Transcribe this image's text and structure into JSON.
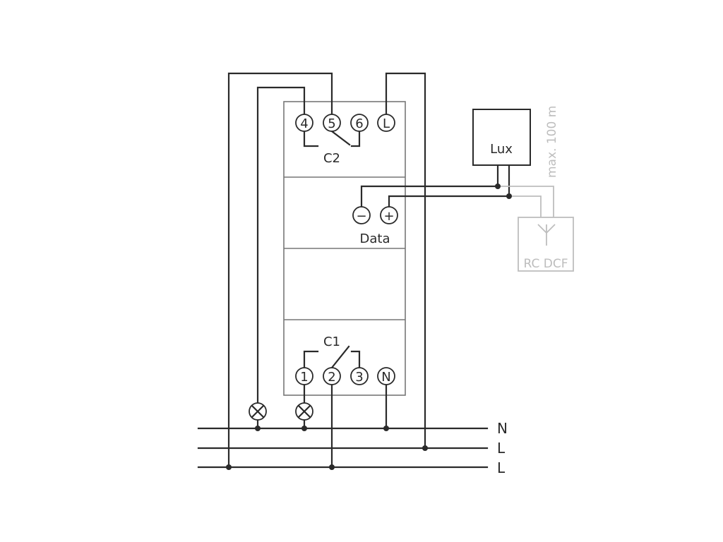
{
  "contacts": {
    "c2": "C2",
    "c1": "C1"
  },
  "terminals": {
    "t4": "4",
    "t5": "5",
    "t6": "6",
    "tL": "L",
    "t1": "1",
    "t2": "2",
    "t3": "3",
    "tN": "N",
    "minus": "−",
    "plus": "+"
  },
  "data_label": "Data",
  "lux_label": "Lux",
  "rc_dcf_label": "RC DCF",
  "distance_label": "max. 100 m",
  "bus": {
    "n": "N",
    "l1": "L",
    "l2": "L"
  },
  "colors": {
    "line": "#2a2a2a",
    "frame": "#777777",
    "optional": "#bdbdbd"
  }
}
